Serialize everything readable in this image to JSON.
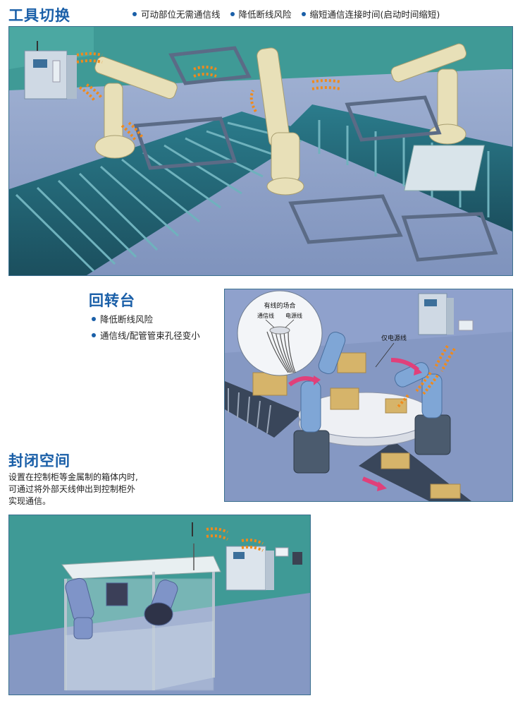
{
  "section1": {
    "title": "工具切换",
    "bullets": [
      "可动部位无需通信线",
      "降低断线风险",
      "缩短通信连接时间(启动时间缩短)"
    ]
  },
  "section2": {
    "title": "回转台",
    "bullets": [
      "降低断线风险",
      "通信线/配管管束孔径变小"
    ],
    "callout_title": "有线的场合",
    "callout_label_left": "通信线",
    "callout_label_right": "电源线",
    "power_only_label": "仅电源线"
  },
  "section3": {
    "title": "封闭空间",
    "lines": [
      "设置在控制柜等金属制的箱体内时,",
      "可通过将外部天线伸出到控制柜外",
      "实现通信。"
    ]
  },
  "colors": {
    "accent": "#1a5fa8",
    "wave": "#f08a1c",
    "teal_wall": "#3f9a96",
    "floor": "#8c9ec2",
    "conveyor": "#1e5f6e"
  }
}
